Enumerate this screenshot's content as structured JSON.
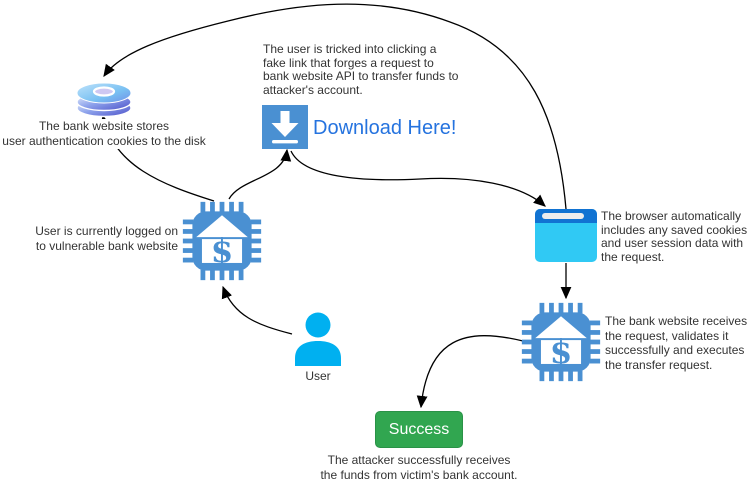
{
  "diagram": {
    "disk": {
      "icon": "database-disk-icon",
      "caption_lines": [
        "The bank website stores",
        "user authentication cookies to the disk"
      ]
    },
    "phish": {
      "text_lines": [
        "The user is tricked into clicking a",
        "fake link that forges a request to",
        "bank website API to transfer funds to",
        "attacker's account."
      ],
      "icon": "download-icon",
      "link_label": "Download Here!"
    },
    "bank_chip_logged_on": {
      "icon": "bank-chip-icon",
      "caption_lines": [
        "User is currently logged on",
        "to vulnerable bank website"
      ]
    },
    "browser": {
      "icon": "browser-window-icon",
      "caption_lines": [
        "The browser automatically",
        "includes any saved cookies",
        "and user session data with",
        "the request."
      ]
    },
    "bank_chip_receives": {
      "icon": "bank-chip-icon",
      "caption_lines": [
        "The bank website receives",
        "the request, validates it",
        "successfully and executes",
        "the transfer request."
      ]
    },
    "user": {
      "icon": "user-icon",
      "label": "User"
    },
    "success": {
      "button_label": "Success",
      "caption_lines": [
        "The attacker successfully receives",
        "the funds from victim's bank account."
      ]
    },
    "colors": {
      "primary_blue": "#4a90d2",
      "link_blue": "#2573df",
      "browser_header_blue": "#1173d2",
      "browser_body_cyan": "#30c9f4",
      "user_cyan": "#00b0f0",
      "success_green": "#31a650",
      "disk_indigo": "#4b4fc8",
      "arrow_black": "#000000"
    }
  }
}
